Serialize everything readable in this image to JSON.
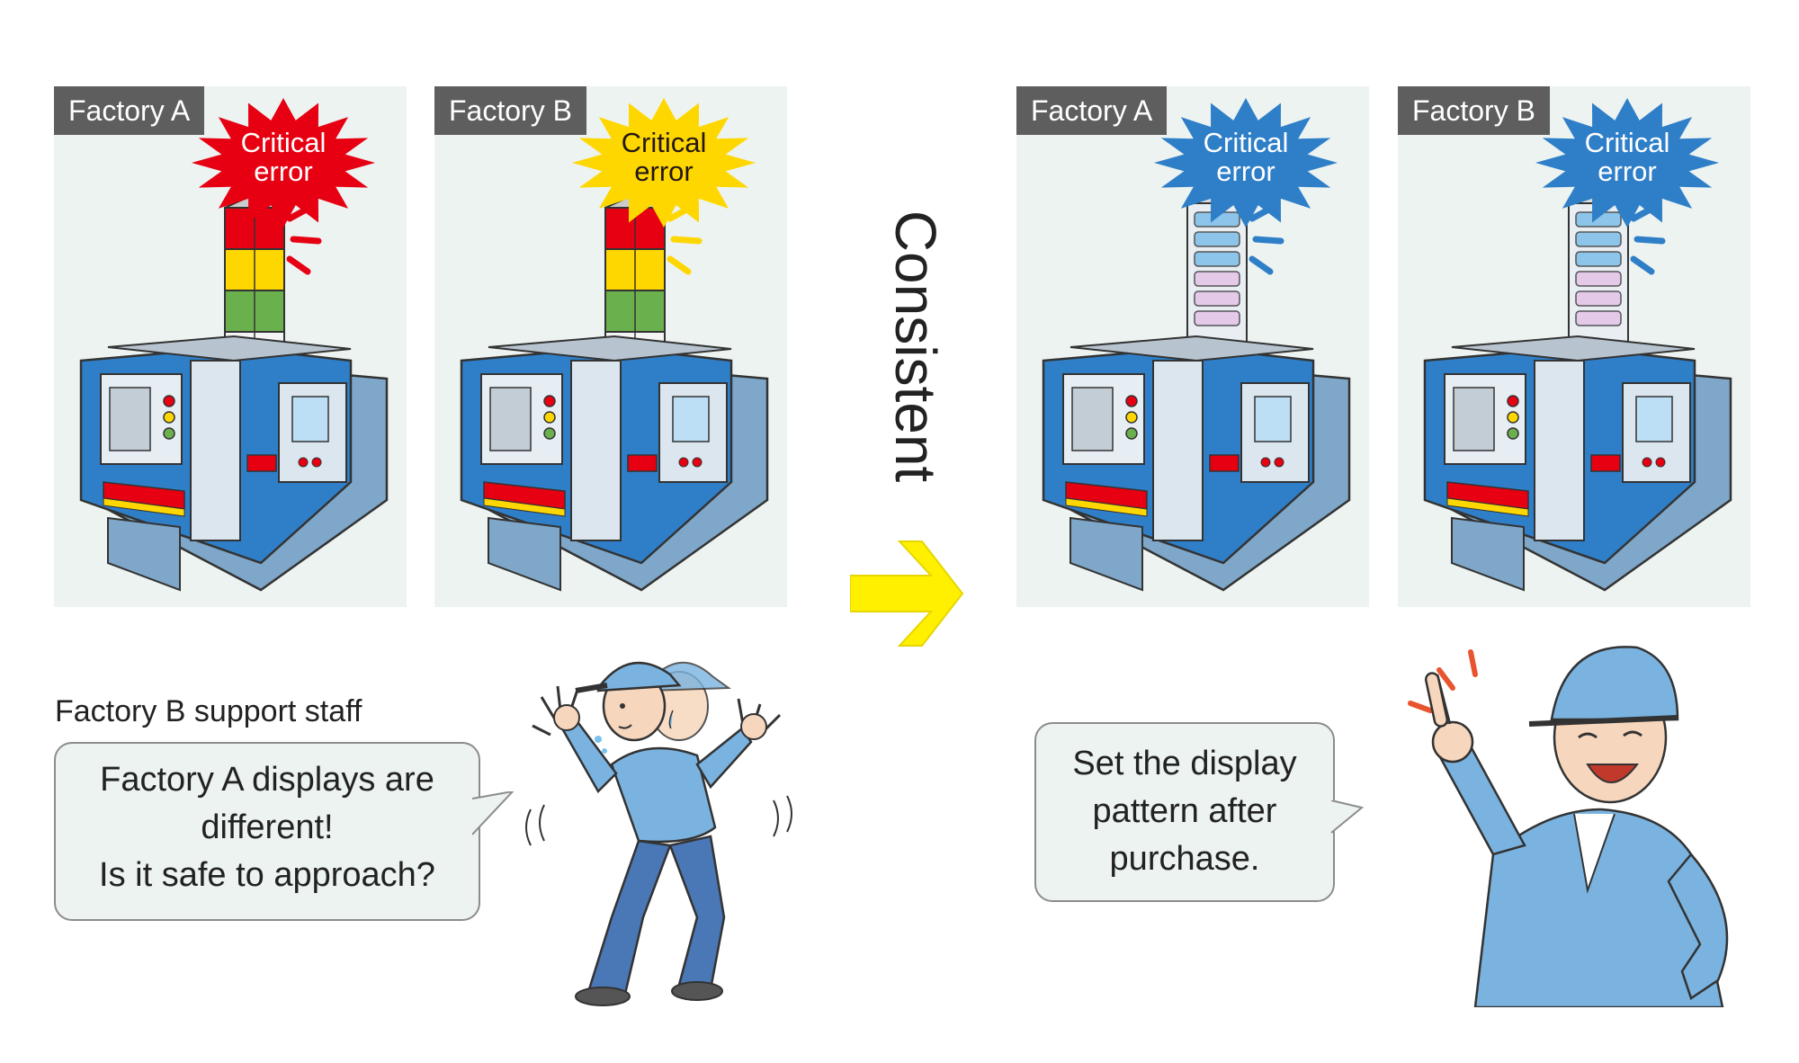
{
  "panels": [
    {
      "tag": "Factory A",
      "alert": "Critical error",
      "alert_line1": "Critical",
      "alert_line2": "error",
      "burst_color": "#e60012",
      "text_color": "#ffffff",
      "tower": "standard",
      "signal_color": "#e60012"
    },
    {
      "tag": "Factory B",
      "alert": "Critical error",
      "alert_line1": "Critical",
      "alert_line2": "error",
      "burst_color": "#ffd700",
      "text_color": "#231815",
      "tower": "standard",
      "signal_color": "#ffd700"
    },
    {
      "tag": "Factory A",
      "alert": "Critical error",
      "alert_line1": "Critical",
      "alert_line2": "error",
      "burst_color": "#2f7fc8",
      "text_color": "#ffffff",
      "tower": "led",
      "signal_color": "#2f7fc8"
    },
    {
      "tag": "Factory B",
      "alert": "Critical error",
      "alert_line1": "Critical",
      "alert_line2": "error",
      "burst_color": "#2f7fc8",
      "text_color": "#ffffff",
      "tower": "led",
      "signal_color": "#2f7fc8"
    }
  ],
  "transition_label": "Consistent",
  "left_caption": "Factory B support staff",
  "left_bubble": {
    "lines": [
      "Factory A displays are",
      "different!",
      "Is it safe to approach?"
    ]
  },
  "right_bubble": {
    "lines": [
      "Set the display",
      "pattern after",
      "purchase."
    ]
  },
  "colors": {
    "panel_bg": "#ecf3f1",
    "tag_bg": "#5e5e5e",
    "arrow": "#fff000",
    "machine_blue": "#2f7fc8",
    "uniform": "#7ab3e0"
  }
}
